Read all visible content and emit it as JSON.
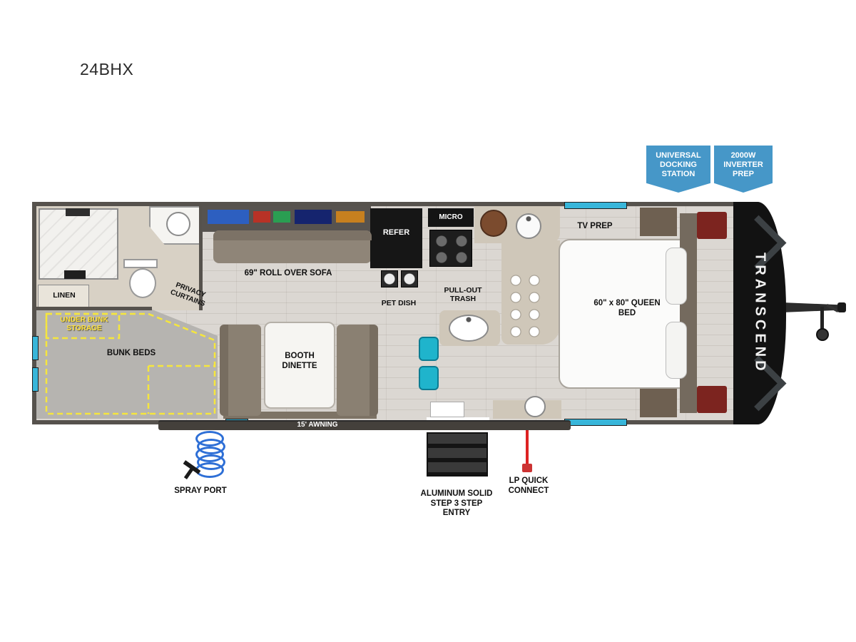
{
  "title": "24BHX",
  "callouts": {
    "docking": "UNIVERSAL DOCKING STATION",
    "inverter": "2000W INVERTER PREP"
  },
  "plan": {
    "linen": "LINEN",
    "privacy_curtains": "PRIVACY CURTAINS",
    "under_bunk_storage": "UNDER BUNK STORAGE",
    "bunk_beds": "BUNK BEDS",
    "sofa": "69\" ROLL OVER SOFA",
    "refer": "REFER",
    "pet_dish": "PET DISH",
    "micro": "MICRO",
    "pull_out_trash": "PULL-OUT TRASH",
    "tv_prep": "TV PREP",
    "queen_bed": "60\" x 80\" QUEEN BED",
    "booth_dinette": "BOOTH DINETTE",
    "awning": "15' AWNING",
    "brand": "TRANSCEND"
  },
  "exterior": {
    "spray_port": "SPRAY PORT",
    "steps": "ALUMINUM SOLID STEP 3 STEP ENTRY",
    "lp_connect": "LP QUICK CONNECT"
  },
  "colors": {
    "badge_blue": "#4697c8",
    "accent_teal": "#38b6da",
    "dash_yellow": "#f5e63d",
    "storage_text_yellow": "#ffe33c"
  }
}
